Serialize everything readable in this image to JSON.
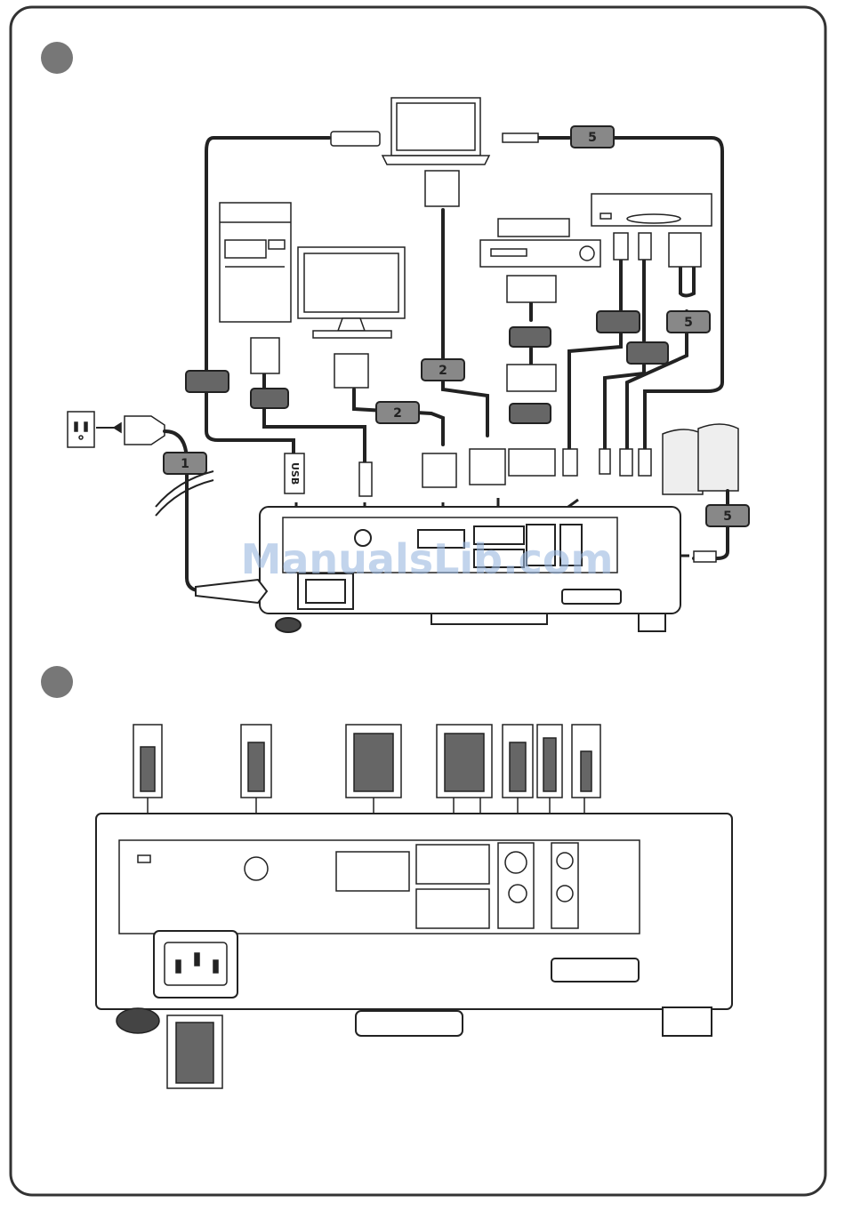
{
  "diagram": {
    "cable_labels": {
      "power": "1",
      "vga_pc": "2",
      "vga_laptop": "2",
      "audio_laptop": "5",
      "audio_dvd": "5",
      "speakers": "5"
    },
    "usb_plug_label": "USB",
    "watermark": "ManualsLib.com"
  },
  "colors": {
    "frame": "#333333",
    "badge_fill": "#555555",
    "cable": "#222222",
    "watermark": "#9ab8e0"
  }
}
